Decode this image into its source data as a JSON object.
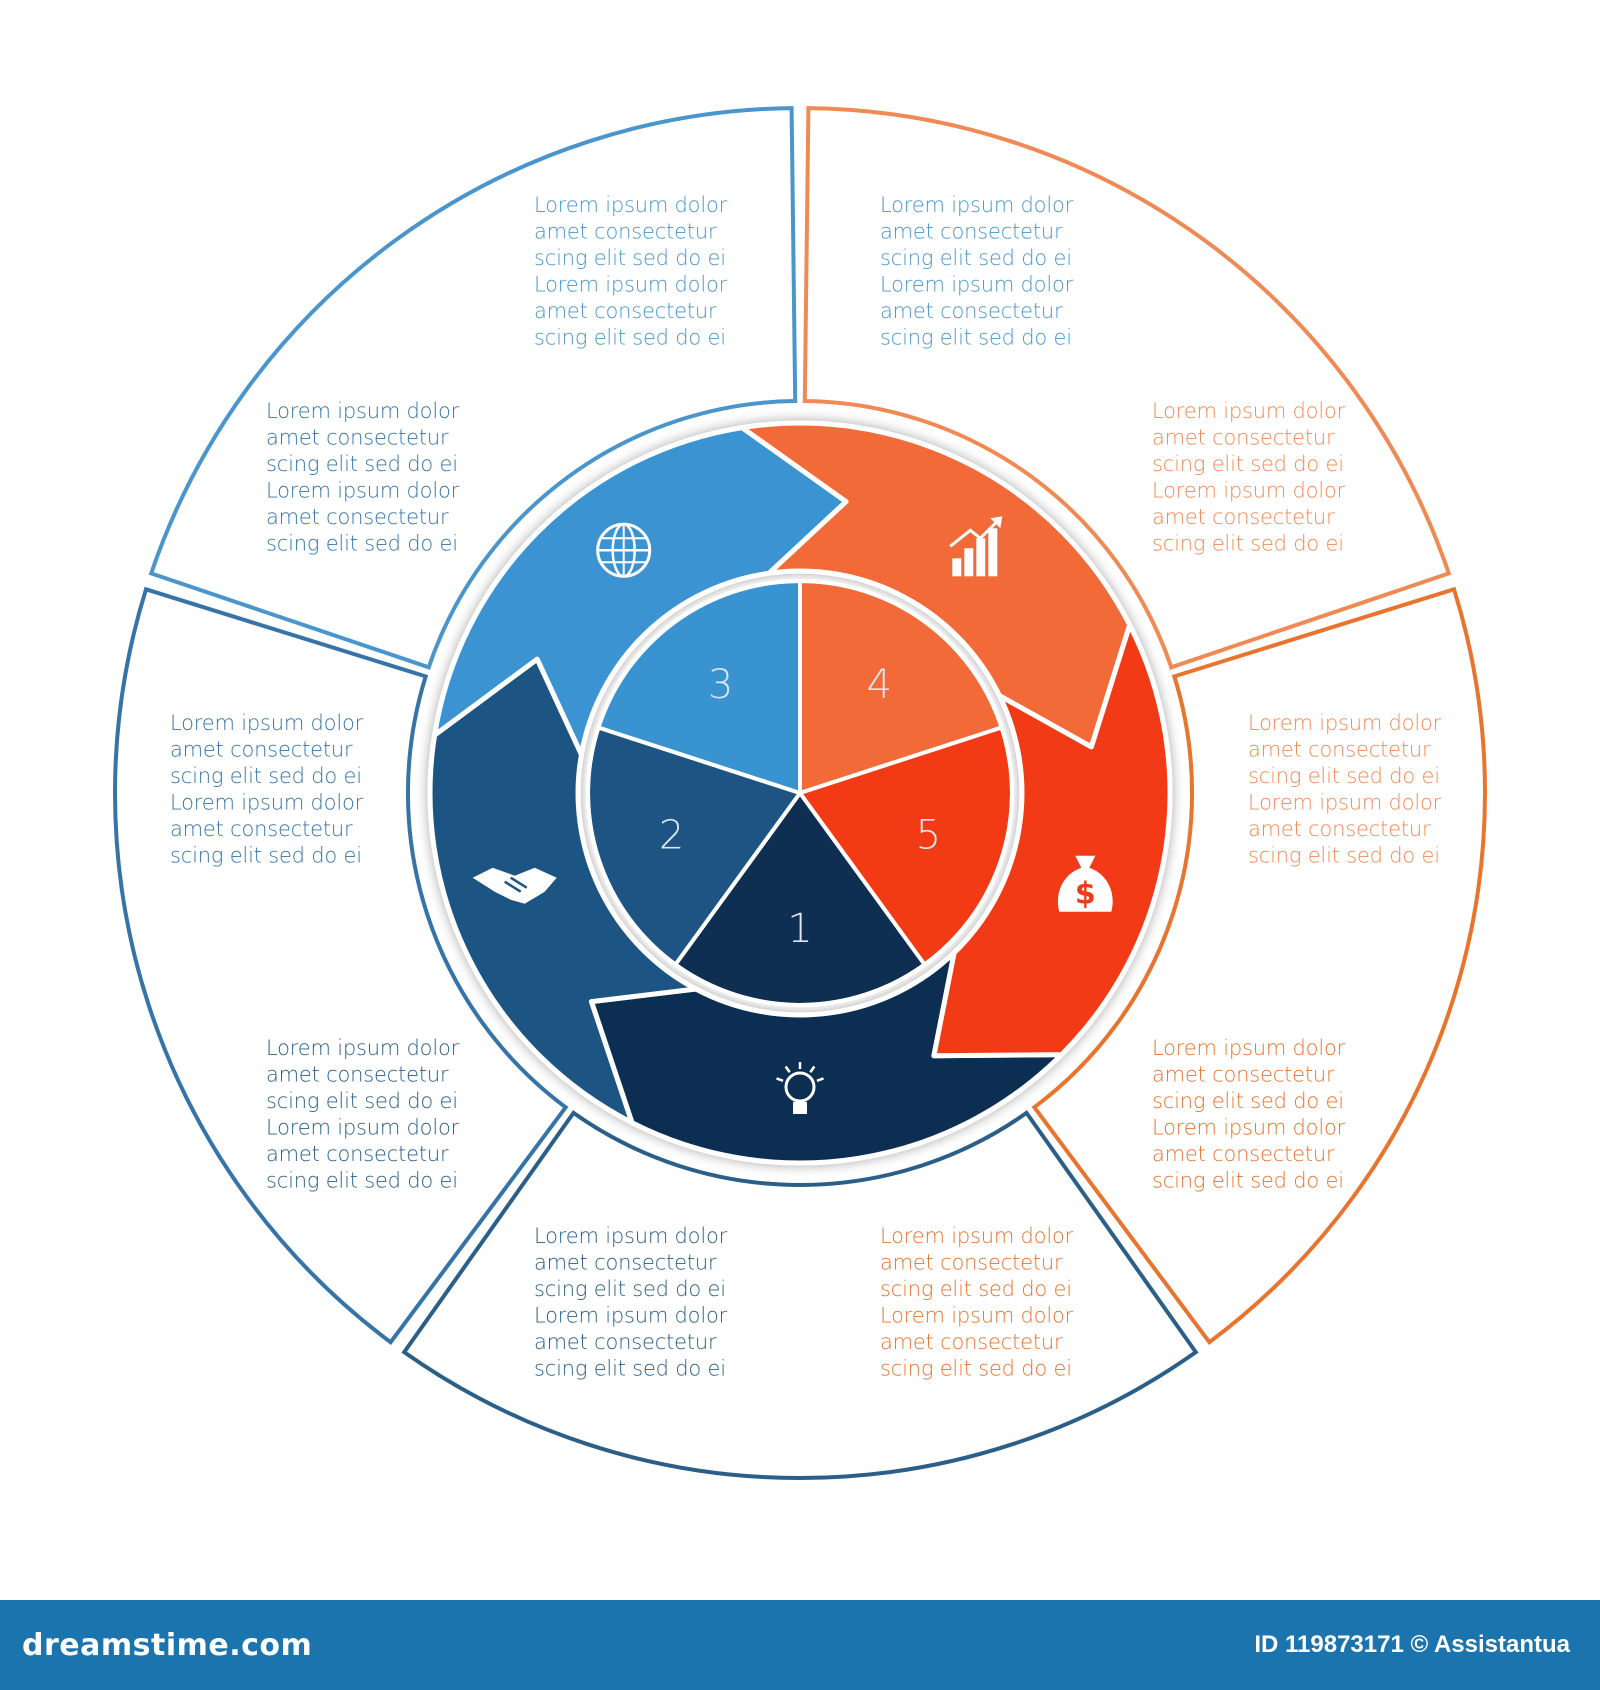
{
  "segments": [
    {
      "number": "1",
      "icon": "lightbulb-icon",
      "color": "#0f2f52",
      "text_color": "#2b5f88",
      "lines": [
        "Lorem ipsum dolor",
        "amet  consectetur",
        "scing elit sed do ei",
        "Lorem ipsum dolor",
        "amet  consectetur",
        "scing elit sed do ei",
        "Lorem ipsum dolor",
        "amet  consectetur",
        "scing elit sed do ei",
        "Lorem ipsum dolor",
        "amet  consectetur",
        "scing elit sed do ei"
      ]
    },
    {
      "number": "2",
      "icon": "handshake-icon",
      "color": "#1d5483",
      "text_color": "#3674a7",
      "lines": [
        "Lorem ipsum dolor",
        "amet  consectetur",
        "scing elit sed do ei",
        "Lorem ipsum dolor",
        "amet  consectetur",
        "scing elit sed do ei",
        "Lorem ipsum dolor",
        "amet  consectetur",
        "scing elit sed do ei",
        "Lorem ipsum dolor",
        "amet  consectetur",
        "scing elit sed do ei"
      ]
    },
    {
      "number": "3",
      "icon": "globe-icon",
      "color": "#3a93d1",
      "text_color": "#4a96cc",
      "lines": [
        "Lorem ipsum dolor",
        "amet  consectetur",
        "scing elit sed do ei",
        "Lorem ipsum dolor",
        "amet  consectetur",
        "scing elit sed do ei",
        "Lorem ipsum dolor",
        "amet  consectetur",
        "scing elit sed do ei",
        "Lorem ipsum dolor",
        "amet  consectetur",
        "scing elit sed do ei"
      ]
    },
    {
      "number": "4",
      "icon": "growth-chart-icon",
      "color": "#f26a38",
      "text_color": "#f08a55",
      "lines": [
        "Lorem ipsum dolor",
        "amet  consectetur",
        "scing elit sed do ei",
        "Lorem ipsum dolor",
        "amet  consectetur",
        "scing elit sed do ei",
        "Lorem ipsum dolor",
        "amet  consectetur",
        "scing elit sed do ei",
        "Lorem ipsum dolor",
        "amet  consectetur",
        "scing elit sed do ei"
      ]
    },
    {
      "number": "5",
      "icon": "money-bag-icon",
      "color": "#f23a14",
      "text_color": "#e8742e",
      "lines": [
        "Lorem ipsum dolor",
        "amet  consectetur",
        "scing elit sed do ei",
        "Lorem ipsum dolor",
        "amet  consectetur",
        "scing elit sed do ei",
        "Lorem ipsum dolor",
        "amet  consectetur",
        "scing elit sed do ei",
        "Lorem ipsum dolor",
        "amet  consectetur",
        "scing elit sed do ei"
      ]
    }
  ],
  "footer": {
    "brand": "dreamstime.com",
    "credit": "ID 119873171 © Assistantua"
  }
}
